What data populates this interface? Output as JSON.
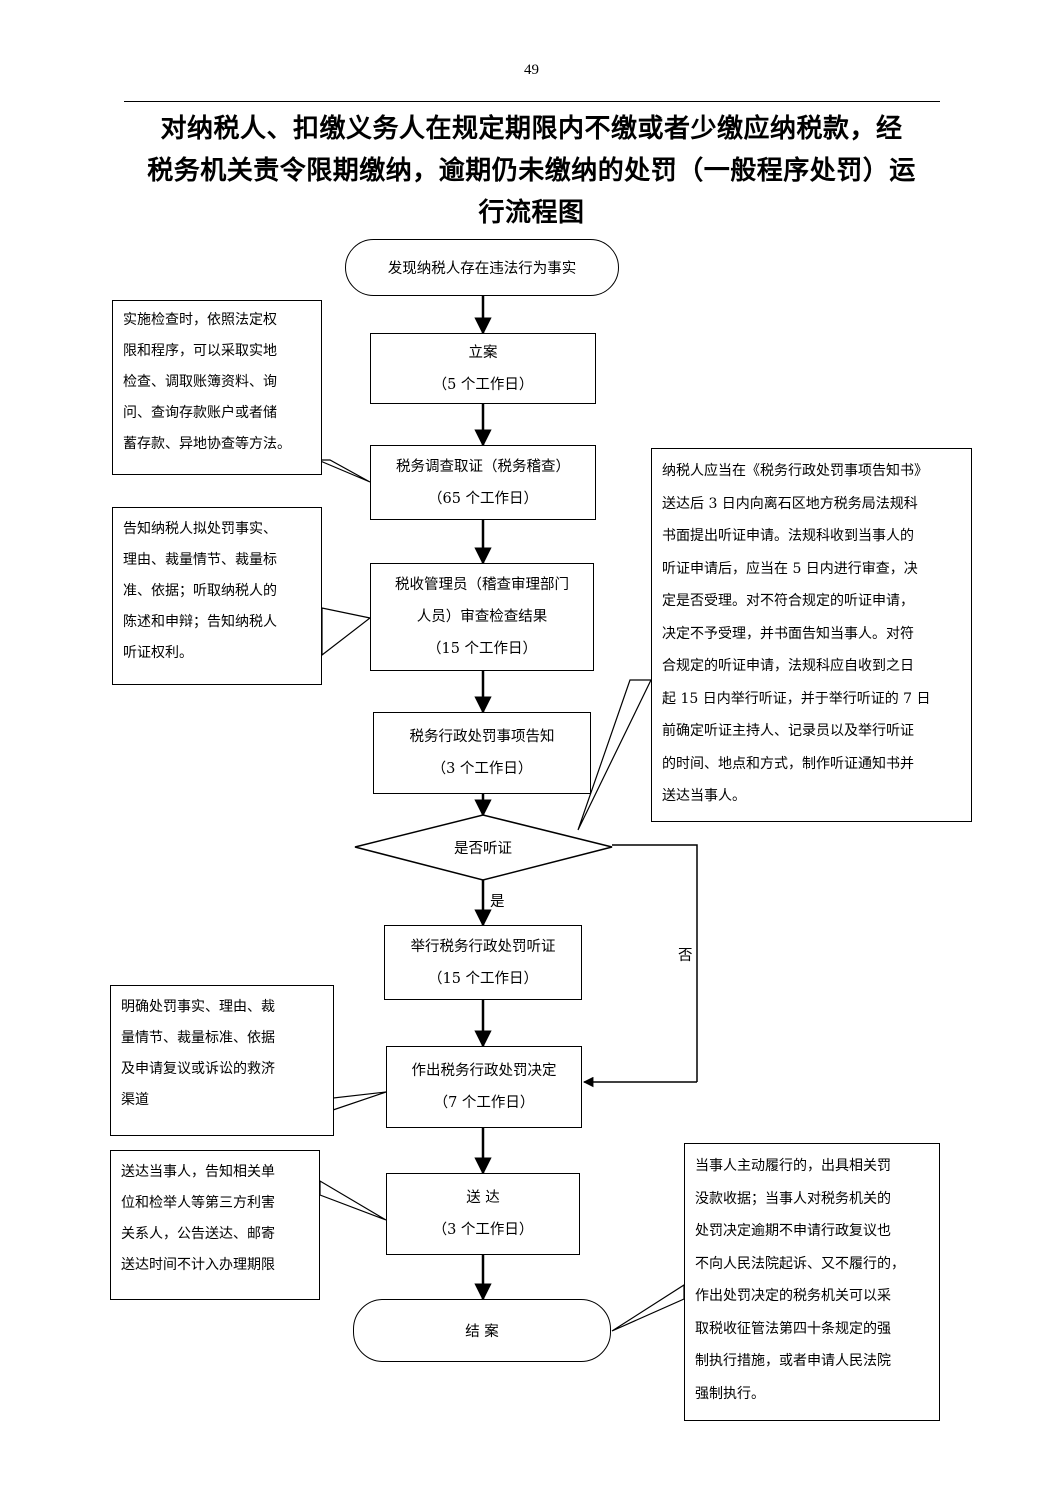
{
  "page_number": "49",
  "title_lines": [
    "对纳税人、扣缴义务人在规定期限内不缴或者少缴应纳税款，经",
    "税务机关责令限期缴纳，逾期仍未缴纳的处罚（一般程序处罚）运",
    "行流程图"
  ],
  "flow": {
    "start": "发现纳税人存在违法行为事实",
    "filing": {
      "label": "立案",
      "time": "（5 个工作日）"
    },
    "investigation": {
      "label": "税务调查取证（税务稽查）",
      "time": "（65 个工作日）"
    },
    "review": {
      "label_line1": "税收管理员（稽查审理部门",
      "label_line2": "人员）审查检查结果",
      "time": "（15 个工作日）"
    },
    "notice": {
      "label": "税务行政处罚事项告知",
      "time": "（3 个工作日）"
    },
    "decision_q": "是否听证",
    "yes": "是",
    "no": "否",
    "hearing": {
      "label": "举行税务行政处罚听证",
      "time": "（15 个工作日）"
    },
    "penalty_decision": {
      "label": "作出税务行政处罚决定",
      "time": "（7 个工作日）"
    },
    "delivery": {
      "label": "送 达",
      "time": "（3 个工作日）"
    },
    "end": "结 案"
  },
  "notes": {
    "inspection": [
      "实施检查时，依照法定权",
      "限和程序，可以采取实地",
      "检查、调取账簿资料、询",
      "问、查询存款账户或者储",
      "蓄存款、异地协查等方法。"
    ],
    "inform": [
      "告知纳税人拟处罚事实、",
      "理由、裁量情节、裁量标",
      "准、依据；听取纳税人的",
      "陈述和申辩；告知纳税人",
      "听证权利。"
    ],
    "hearing_rules": [
      "纳税人应当在《税务行政处罚事项告知书》",
      "送达后 3 日内向离石区地方税务局法规科",
      "书面提出听证申请。法规科收到当事人的",
      "听证申请后，应当在 5 日内进行审查，决",
      "定是否受理。对不符合规定的听证申请，",
      "决定不予受理，并书面告知当事人。对符",
      "合规定的听证申请，法规科应自收到之日",
      "起 15 日内举行听证，并于举行听证的 7 日",
      "前确定听证主持人、记录员以及举行听证",
      "的时间、地点和方式，制作听证通知书并",
      "送达当事人。"
    ],
    "decision_content": [
      "明确处罚事实、理由、裁",
      "量情节、裁量标准、依据",
      "及申请复议或诉讼的救济",
      "渠道"
    ],
    "delivery_rules": [
      "送达当事人，告知相关单",
      "位和检举人等第三方利害",
      "关系人，公告送达、邮寄",
      "送达时间不计入办理期限"
    ],
    "enforcement": [
      "当事人主动履行的，出具相关罚",
      "没款收据；当事人对税务机关的",
      "处罚决定逾期不申请行政复议也",
      "不向人民法院起诉、又不履行的，",
      "作出处罚决定的税务机关可以采",
      "取税收征管法第四十条规定的强",
      "制执行措施，或者申请人民法院",
      "强制执行。"
    ]
  }
}
